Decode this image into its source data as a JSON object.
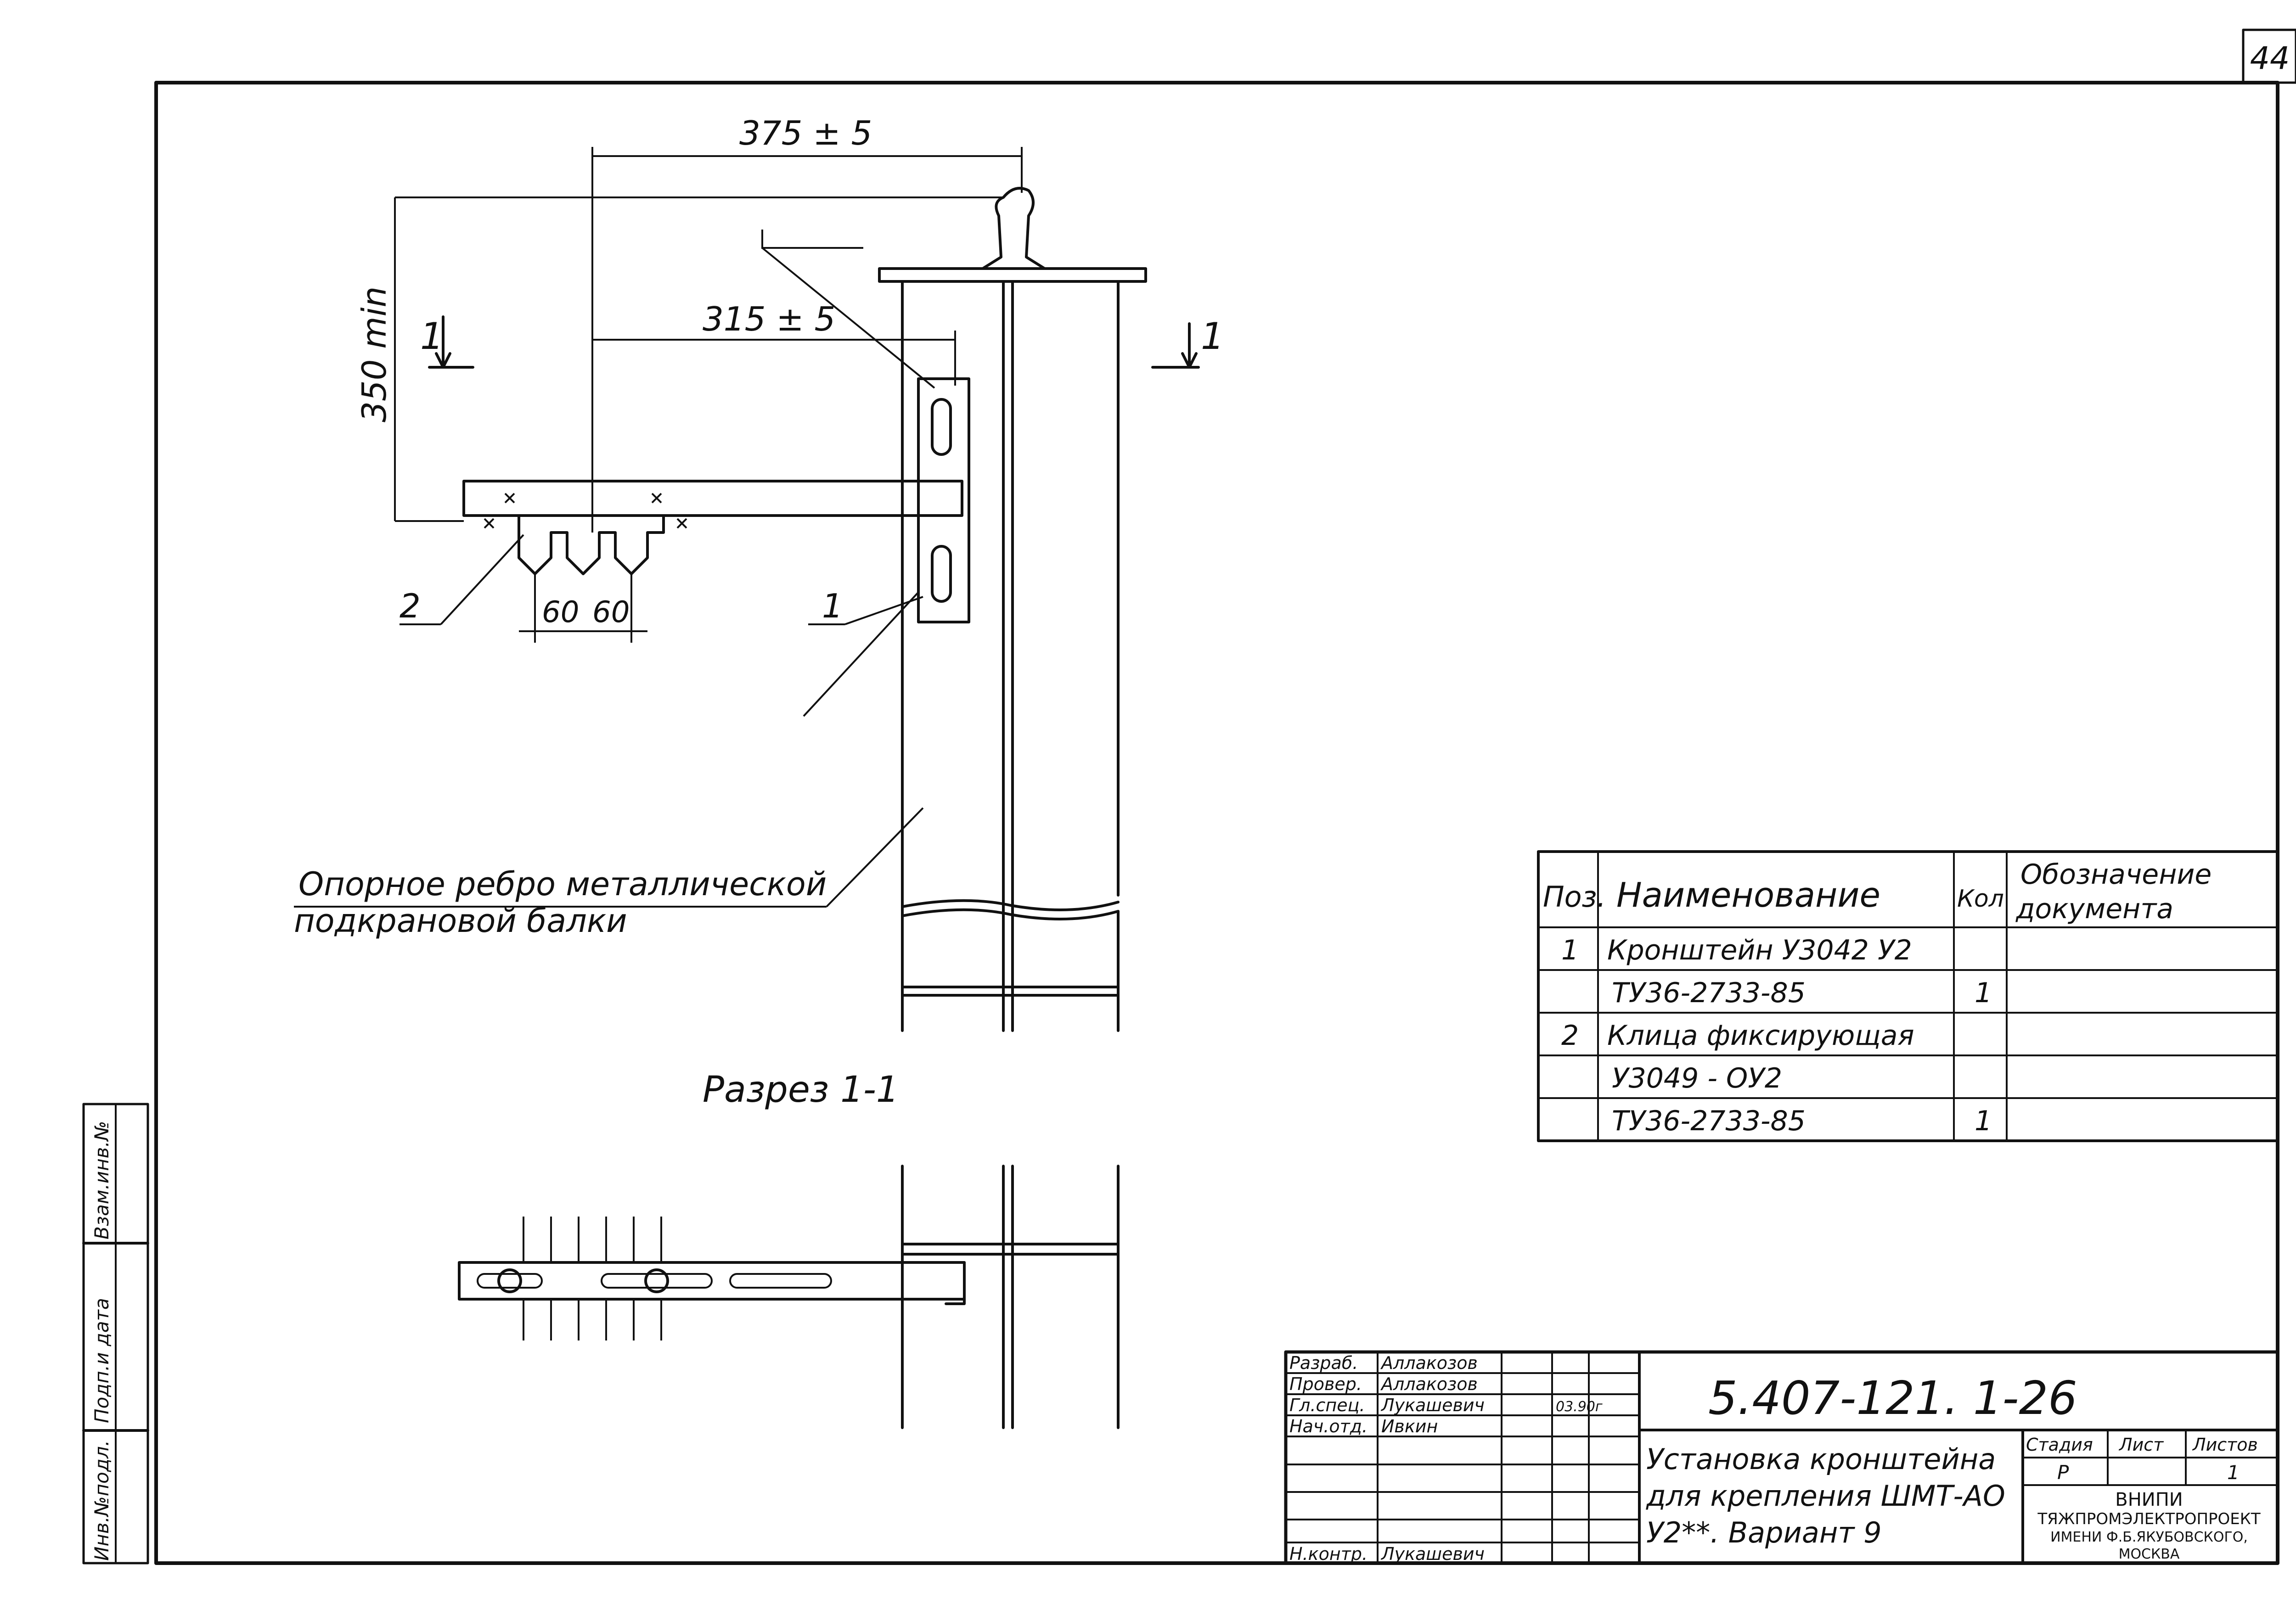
{
  "sheet": {
    "number": "44"
  },
  "dimensions": {
    "overall_width": "375 ± 5",
    "inner_width": "315 ± 5",
    "height": "350 min",
    "spacing_a": "60",
    "spacing_b": "60"
  },
  "section_marks": {
    "left": "1",
    "right": "1"
  },
  "callouts": {
    "item_1": "1",
    "item_2": "2"
  },
  "notes": {
    "rib_line1": "Опорное ребро металлической",
    "rib_line2": "подкрановой балки",
    "section_title": "Разрез 1-1"
  },
  "spec_table": {
    "headers": {
      "pos": "Поз.",
      "name": "Наименование",
      "qty": "Кол",
      "doc_line1": "Обозначение",
      "doc_line2": "документа"
    },
    "rows": [
      {
        "pos": "1",
        "name": "Кронштейн У3042 У2",
        "qty": "",
        "doc": ""
      },
      {
        "pos": "",
        "name": "ТУ36-2733-85",
        "qty": "1",
        "doc": ""
      },
      {
        "pos": "2",
        "name": "Клица фиксирующая",
        "qty": "",
        "doc": ""
      },
      {
        "pos": "",
        "name": "У3049 - ОУ2",
        "qty": "",
        "doc": ""
      },
      {
        "pos": "",
        "name": "ТУ36-2733-85",
        "qty": "1",
        "doc": ""
      }
    ]
  },
  "margin_stamp": {
    "cell1": "Взам.инв.№",
    "cell2": "Подп.и дата",
    "cell3": "Инв.№подл."
  },
  "title_block": {
    "doc_number": "5.407-121. 1-26",
    "title_line1": "Установка кронштейна",
    "title_line2": "для крепления ШМТ-АО",
    "title_line3": "У2**. Вариант 9",
    "roles": [
      {
        "role": "Разраб.",
        "name": "Аллакозов"
      },
      {
        "role": "Провер.",
        "name": "Аллакозов"
      },
      {
        "role": "Гл.спец.",
        "name": "Лукашевич"
      },
      {
        "role": "Нач.отд.",
        "name": "Ивкин"
      },
      {
        "role": "",
        "name": ""
      },
      {
        "role": "",
        "name": ""
      },
      {
        "role": "Н.контр.",
        "name": "Лукашевич"
      }
    ],
    "date": "03.90г",
    "stage_label": "Стадия",
    "stage_value": "Р",
    "sheet_label": "Лист",
    "sheet_value": "",
    "sheets_label": "Листов",
    "sheets_value": "1",
    "org_line1": "ВНИПИ",
    "org_line2": "ТЯЖПРОМЭЛЕКТРОПРОЕКТ",
    "org_line3": "ИМЕНИ Ф.Б.ЯКУБОВСКОГО,",
    "org_line4": "МОСКВА"
  }
}
